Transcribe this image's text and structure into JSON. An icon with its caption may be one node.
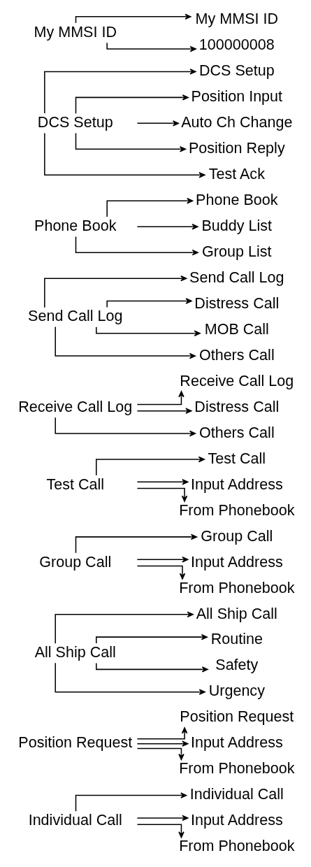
{
  "diagram": {
    "nodes": [
      {
        "text": [
          "Individual Call"
        ]
      },
      {
        "text": [
          "Individual Call"
        ]
      },
      {
        "text": [
          "Input Address"
        ]
      },
      {
        "text": [
          "From Phonebook"
        ]
      },
      {
        "text": [
          "Position Request"
        ]
      },
      {
        "text": [
          "Position Request"
        ]
      },
      {
        "text": [
          "Input Address"
        ]
      },
      {
        "text": [
          "From Phonebook"
        ]
      },
      {
        "text": [
          "All Ship Call"
        ]
      },
      {
        "text": [
          "All Ship Call"
        ]
      },
      {
        "text": [
          "Routine"
        ]
      },
      {
        "text": [
          "Safety"
        ]
      },
      {
        "text": [
          "Urgency"
        ]
      },
      {
        "text": [
          "Group Call"
        ]
      },
      {
        "text": [
          "Group Call"
        ]
      },
      {
        "text": [
          "Input Address"
        ]
      },
      {
        "text": [
          "From Phonebook"
        ]
      },
      {
        "text": [
          "Test Call"
        ]
      },
      {
        "text": [
          "Test Call"
        ]
      },
      {
        "text": [
          "Input Address"
        ]
      },
      {
        "text": [
          "From Phonebook"
        ]
      },
      {
        "text": [
          "Receive Call Log"
        ]
      },
      {
        "text": [
          "Receive Call Log"
        ]
      },
      {
        "text": [
          "Distress Call"
        ]
      },
      {
        "text": [
          "Others Call"
        ]
      },
      {
        "text": [
          "Send Call Log"
        ]
      },
      {
        "text": [
          "Send Call Log"
        ]
      },
      {
        "text": [
          "Distress Call"
        ]
      },
      {
        "text": [
          "MOB Call"
        ]
      },
      {
        "text": [
          "Others Call"
        ]
      },
      {
        "text": [
          "Phone Book"
        ]
      },
      {
        "text": [
          "Phone Book"
        ]
      },
      {
        "text": [
          "Buddy List"
        ]
      },
      {
        "text": [
          "Group List"
        ]
      },
      {
        "text": [
          "DCS Setup"
        ]
      },
      {
        "text": [
          "DCS Setup"
        ]
      },
      {
        "text": [
          "Position Input"
        ]
      },
      {
        "text": [
          "Auto Ch Change"
        ]
      },
      {
        "text": [
          "Position Reply"
        ]
      },
      {
        "text": [
          "Test Ack"
        ]
      },
      {
        "text": [
          "My MMSI ID"
        ]
      },
      {
        "text": [
          "My MMSI ID"
        ]
      },
      {
        "text": [
          "100000008"
        ]
      }
    ],
    "edges": [
      {
        "from": 0,
        "to": 1,
        "arrow": "to"
      },
      {
        "from": 0,
        "to": 2,
        "arrow": "to"
      },
      {
        "from": 0,
        "to": 3,
        "arrow": "to"
      },
      {
        "from": 4,
        "to": 5,
        "arrow": "to"
      },
      {
        "from": 4,
        "to": 6,
        "arrow": "to"
      },
      {
        "from": 4,
        "to": 7,
        "arrow": "to"
      },
      {
        "from": 8,
        "to": 9,
        "arrow": "to"
      },
      {
        "from": 8,
        "to": 10,
        "arrow": "to"
      },
      {
        "from": 8,
        "to": 11,
        "arrow": "to"
      },
      {
        "from": 8,
        "to": 12,
        "arrow": "to"
      },
      {
        "from": 13,
        "to": 14,
        "arrow": "to"
      },
      {
        "from": 13,
        "to": 15,
        "arrow": "to"
      },
      {
        "from": 13,
        "to": 16,
        "arrow": "to"
      },
      {
        "from": 17,
        "to": 18,
        "arrow": "to"
      },
      {
        "from": 17,
        "to": 19,
        "arrow": "to"
      },
      {
        "from": 17,
        "to": 20,
        "arrow": "to"
      },
      {
        "from": 21,
        "to": 22,
        "arrow": "to"
      },
      {
        "from": 21,
        "to": 23,
        "arrow": "to"
      },
      {
        "from": 21,
        "to": 24,
        "arrow": "to"
      },
      {
        "from": 25,
        "to": 26,
        "arrow": "to"
      },
      {
        "from": 25,
        "to": 27,
        "arrow": "to"
      },
      {
        "from": 25,
        "to": 28,
        "arrow": "to"
      },
      {
        "from": 25,
        "to": 29,
        "arrow": "to"
      },
      {
        "from": 30,
        "to": 31,
        "arrow": "to"
      },
      {
        "from": 30,
        "to": 32,
        "arrow": "to"
      },
      {
        "from": 30,
        "to": 33,
        "arrow": "to"
      },
      {
        "from": 34,
        "to": 35,
        "arrow": "to"
      },
      {
        "from": 34,
        "to": 36,
        "arrow": "to"
      },
      {
        "from": 34,
        "to": 37,
        "arrow": "to"
      },
      {
        "from": 34,
        "to": 38,
        "arrow": "to"
      },
      {
        "from": 34,
        "to": 39,
        "arrow": "to"
      },
      {
        "from": 40,
        "to": 41,
        "arrow": "to"
      },
      {
        "from": 40,
        "to": 42,
        "arrow": "to"
      }
    ]
  }
}
